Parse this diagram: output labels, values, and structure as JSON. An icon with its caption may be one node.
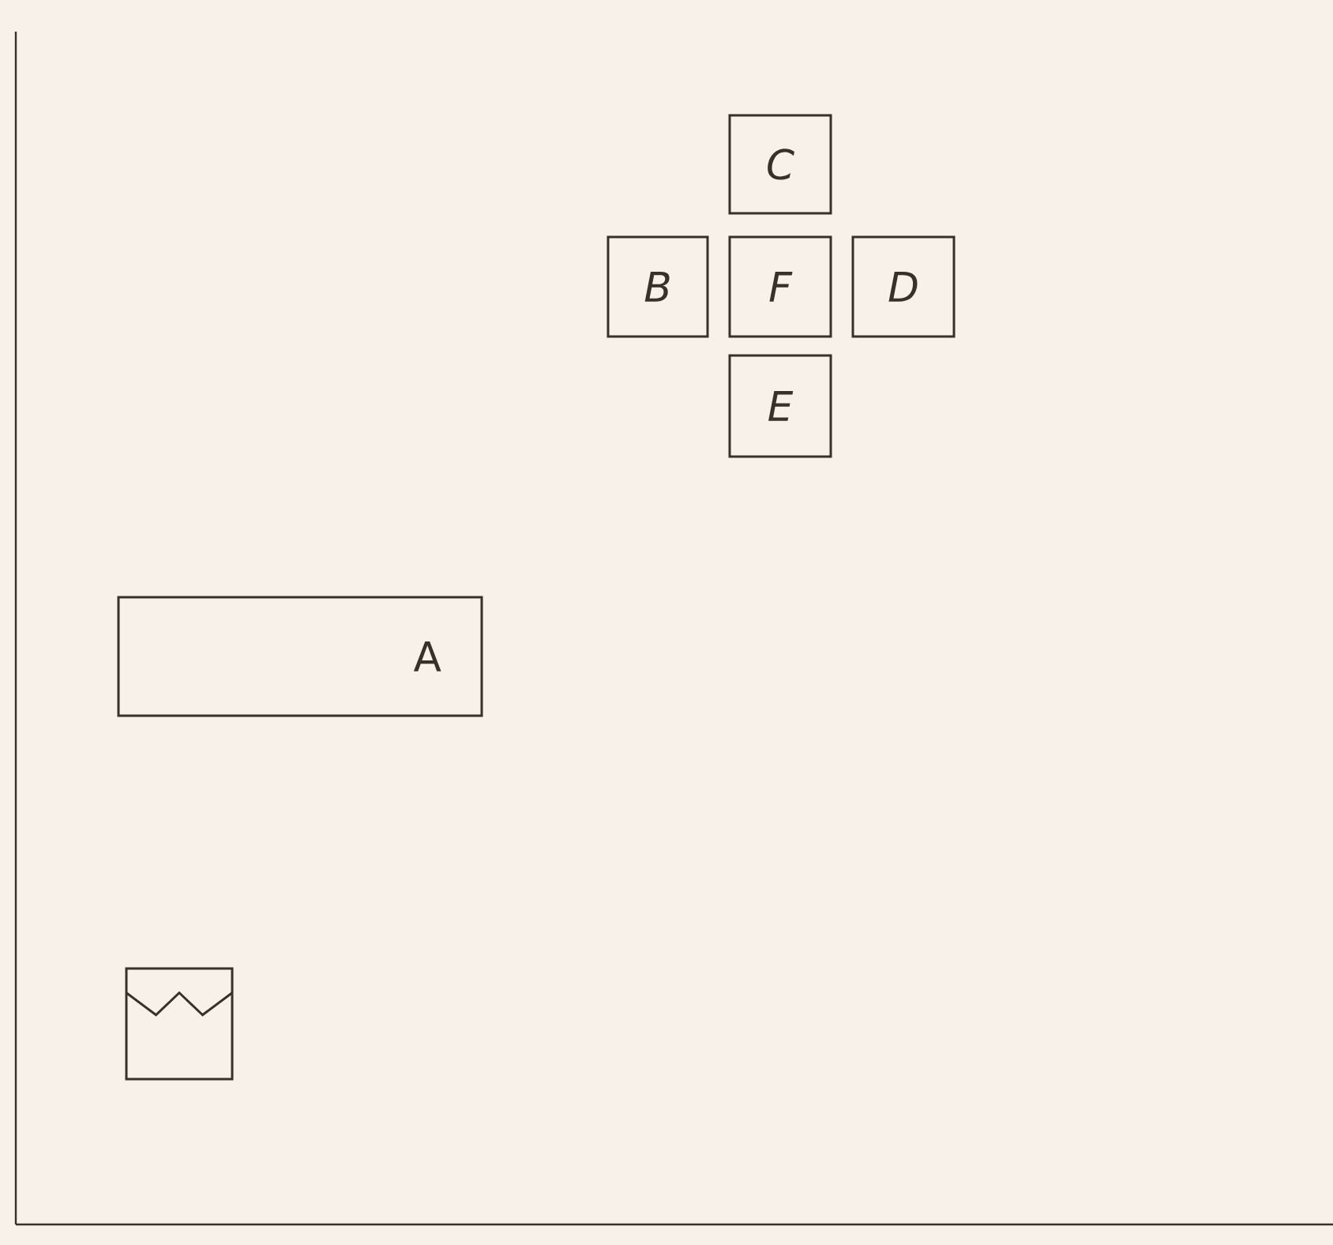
{
  "diagram": {
    "nodes": [
      {
        "text": [
          "C"
        ]
      },
      {
        "text": [
          "B"
        ]
      },
      {
        "text": [
          "F"
        ]
      },
      {
        "text": [
          "D"
        ]
      },
      {
        "text": [
          "E"
        ]
      },
      {
        "text": [
          "A"
        ]
      },
      {
        "text": [],
        "shape": "box"
      }
    ]
  }
}
